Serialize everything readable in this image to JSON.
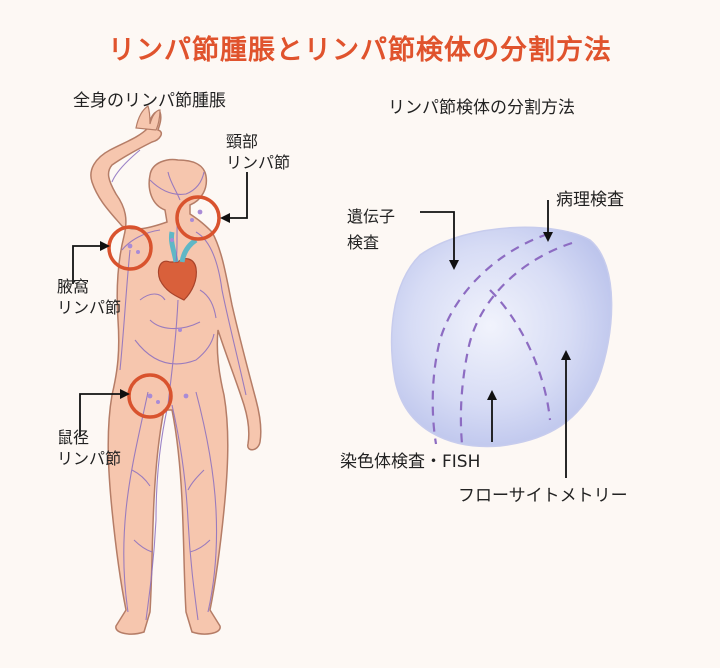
{
  "title": "リンパ節腫脹とリンパ節検体の分割方法",
  "left_panel": {
    "subtitle": "全身のリンパ節腫脹",
    "labels": {
      "neck_line1": "頸部",
      "neck_line2": "リンパ節",
      "axillary_line1": "腋窩",
      "axillary_line2": "リンパ節",
      "inguinal_line1": "鼠径",
      "inguinal_line2": "リンパ節"
    }
  },
  "right_panel": {
    "subtitle": "リンパ節検体の分割方法",
    "labels": {
      "genetic_line1": "遺伝子",
      "genetic_line2": "検査",
      "pathology": "病理検査",
      "chromosome": "染色体検査・FISH",
      "flow": "フローサイトメトリー"
    }
  },
  "colors": {
    "title": "#e0532d",
    "skin": "#f6c6ae",
    "skin_outline": "#b57d67",
    "vessel": "#8b6fc0",
    "circle": "#d9532e",
    "specimen": "#cdd3f1",
    "dash": "#8d6cc2"
  }
}
